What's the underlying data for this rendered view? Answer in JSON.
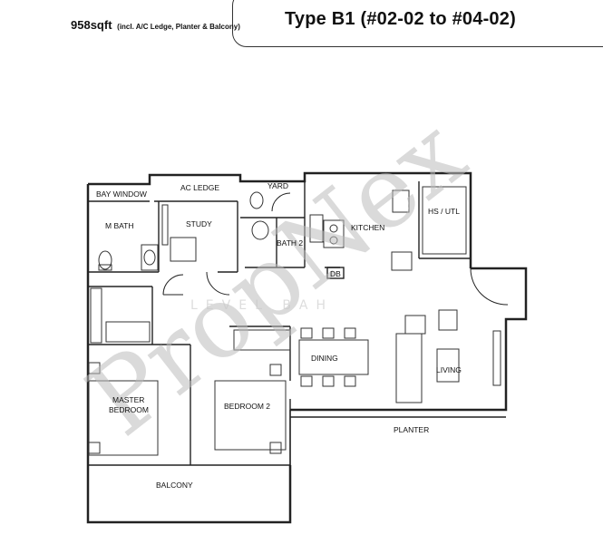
{
  "header": {
    "area": "958sqft",
    "area_note": "(incl. A/C Ledge, Planter & Balcony)",
    "type_title": "Type B1 (#02-02 to #04-02)"
  },
  "rooms": {
    "bay_window": "BAY WINDOW",
    "ac_ledge": "AC LEDGE",
    "yard": "YARD",
    "m_bath": "M BATH",
    "study": "STUDY",
    "bath2": "BATH 2",
    "kitchen": "KITCHEN",
    "hs_utl": "HS / UTL",
    "db": "DB",
    "dining": "DINING",
    "living": "LIVING",
    "master_bedroom_1": "MASTER",
    "master_bedroom_2": "BEDROOM",
    "bedroom2": "BEDROOM 2",
    "planter": "PLANTER",
    "balcony": "BALCONY"
  },
  "watermark": {
    "brand": "PropNex",
    "sub": "LEVEL BAH"
  },
  "colors": {
    "line": "#222222",
    "watermark": "#bdbdbd"
  }
}
